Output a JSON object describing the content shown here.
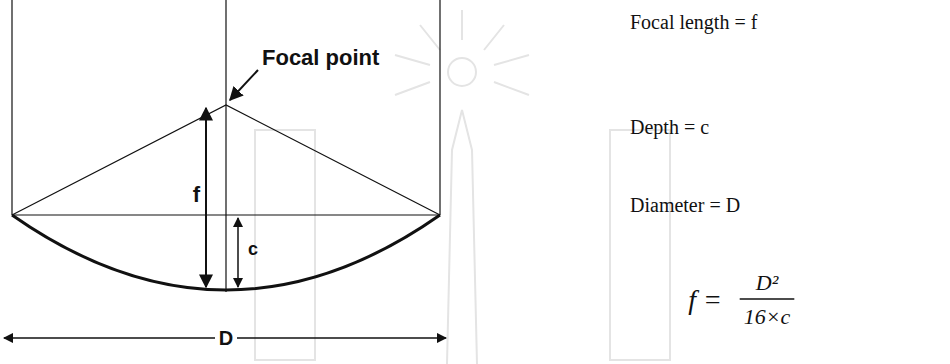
{
  "diagram": {
    "labels": [
      "Focal point",
      "f",
      "c",
      "D",
      "Focal length = f",
      "Depth = c",
      "Diameter = D",
      "f =",
      "D²",
      "16×c"
    ]
  }
}
